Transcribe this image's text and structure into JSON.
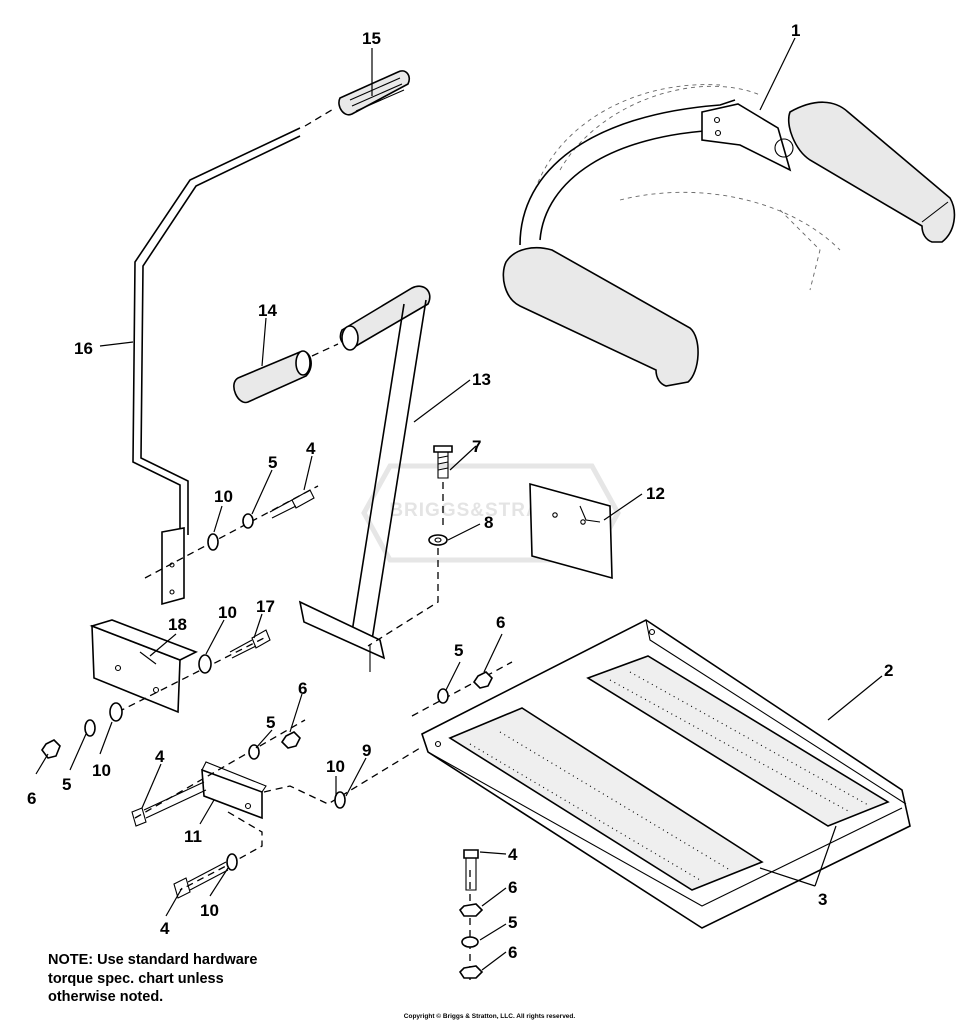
{
  "diagram": {
    "callouts": {
      "c1": "1",
      "c2": "2",
      "c3": "3",
      "c4a": "4",
      "c4b": "4",
      "c4c": "4",
      "c4d": "4",
      "c5a": "5",
      "c5b": "5",
      "c5c": "5",
      "c5d": "5",
      "c5e": "5",
      "c6a": "6",
      "c6b": "6",
      "c6c": "6",
      "c6d": "6",
      "c6e": "6",
      "c7": "7",
      "c8": "8",
      "c9": "9",
      "c10a": "10",
      "c10b": "10",
      "c10c": "10",
      "c10d": "10",
      "c10e": "10",
      "c11": "11",
      "c12": "12",
      "c13": "13",
      "c14": "14",
      "c15": "15",
      "c16": "16",
      "c17": "17",
      "c18": "18"
    }
  },
  "note": {
    "line1": "NOTE: Use standard hardware",
    "line2": "torque spec. chart unless",
    "line3": "otherwise noted."
  },
  "copyright": "Copyright © Briggs & Stratton, LLC. All rights reserved.",
  "watermark": "BRIGGS&STRATTON"
}
